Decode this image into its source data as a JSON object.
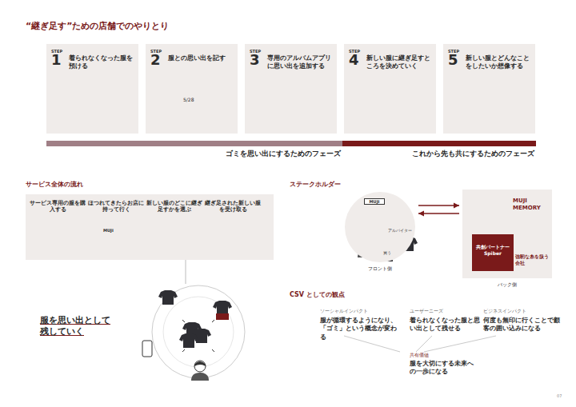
{
  "diagram": {
    "title": "“継ぎ足す”ための店舗でのやりとり",
    "nodes": [
      {
        "text": [
          "STEP",
          "1",
          "着られなくなった服を預ける"
        ]
      },
      {
        "text": [
          "STEP",
          "2",
          "服との思い出を記す"
        ]
      },
      {
        "text": [
          "STEP",
          "3",
          "専用のアルバムアプリに思い出を追加する"
        ]
      },
      {
        "text": [
          "STEP",
          "4",
          "新しい服に継ぎ足すところを決めていく"
        ]
      },
      {
        "text": [
          "STEP",
          "5",
          "新しい服とどんなことをしたいか想像する"
        ]
      },
      {
        "text": [
          "ゴミを思い出にするためのフェーズ"
        ]
      },
      {
        "text": [
          "これから先も共にするためのフェーズ"
        ]
      },
      {
        "text": [
          "サービス全体の流れ"
        ]
      },
      {
        "text": [
          "サービス専用の服を購入する"
        ],
        "in": 7
      },
      {
        "text": [
          "ほつれてきたらお店に持って行く"
        ],
        "in": 7
      },
      {
        "text": [
          "新しい服のどこに継ぎ足すかを選ぶ"
        ],
        "in": 7
      },
      {
        "text": [
          "継ぎ足された新しい服を受け取る"
        ],
        "in": 7
      },
      {
        "text": [
          "MUJI",
          "アルバイター",
          "買う",
          "フロント側"
        ]
      },
      {
        "text": [
          "MUJI MEMORY",
          "強靭な糸を扱う会社",
          "バック側"
        ]
      },
      {
        "text": [
          "共創パートナー Spiber"
        ],
        "in": 13
      }
    ],
    "edges": [
      {
        "from": 12,
        "to": 13,
        "arrow": "to"
      },
      {
        "from": 13,
        "to": 12,
        "arrow": "to"
      }
    ],
    "labels": [
      "5/28",
      "MUJI",
      "服を思い出として残していく",
      "ステークホルダー",
      "CSV としての観点",
      "ソーシャルインパクト",
      "服が循環するようになり、「ゴミ」という概念が変わる",
      "ユーザーニーズ",
      "着られなくなった服と思い出として残せる",
      "ビジネスインパクト",
      "何度も無印に行くことで顧客の囲い込みになる",
      "共有価値",
      "服を大切にする未来への一歩になる",
      "07"
    ]
  }
}
